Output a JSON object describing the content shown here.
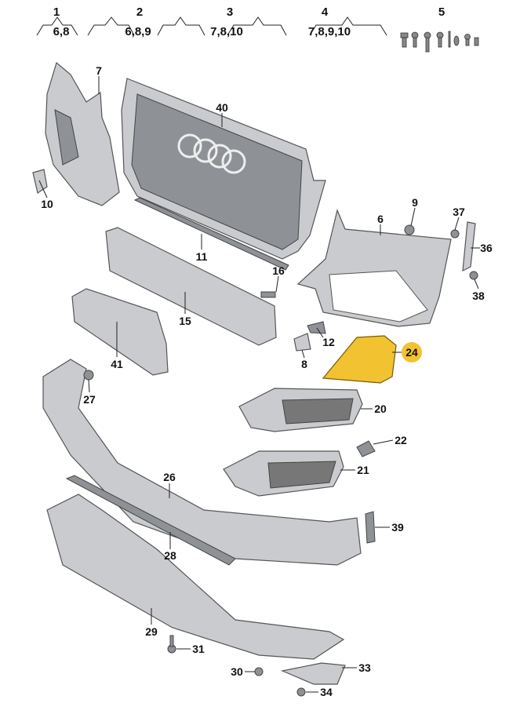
{
  "title": "Front bumper parts diagram",
  "groups": [
    {
      "number": "1",
      "contents": "6,8"
    },
    {
      "number": "2",
      "contents": "6,8,9"
    },
    {
      "number": "3",
      "contents": "7,8,10"
    },
    {
      "number": "4",
      "contents": "7,8,9,10"
    },
    {
      "number": "5",
      "contents": ""
    }
  ],
  "labels": {
    "p6": "6",
    "p7": "7",
    "p8": "8",
    "p9": "9",
    "p10": "10",
    "p11": "11",
    "p12": "12",
    "p15": "15",
    "p16": "16",
    "p20": "20",
    "p21": "21",
    "p22": "22",
    "p24": "24",
    "p26": "26",
    "p27": "27",
    "p28": "28",
    "p29": "29",
    "p30": "30",
    "p31": "31",
    "p33": "33",
    "p34": "34",
    "p36": "36",
    "p37": "37",
    "p38": "38",
    "p39": "39",
    "p40": "40",
    "p41": "41"
  },
  "highlight_color": "#f2c230"
}
